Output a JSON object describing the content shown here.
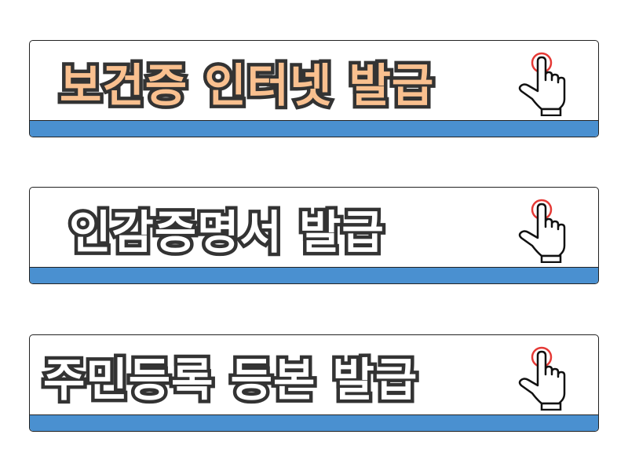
{
  "colors": {
    "stripe": "#4a90d0",
    "border": "#222222",
    "text_outline": "#333333",
    "text_fill_highlight": "#f9c08f",
    "text_fill_default": "#ffffff",
    "tap_ring": "#e53935"
  },
  "banners": [
    {
      "label": "보건증 인터넷 발급",
      "icon": "tap-hand-icon"
    },
    {
      "label": "인감증명서 발급",
      "icon": "tap-hand-icon"
    },
    {
      "label": "주민등록 등본 발급",
      "icon": "tap-hand-icon"
    }
  ]
}
